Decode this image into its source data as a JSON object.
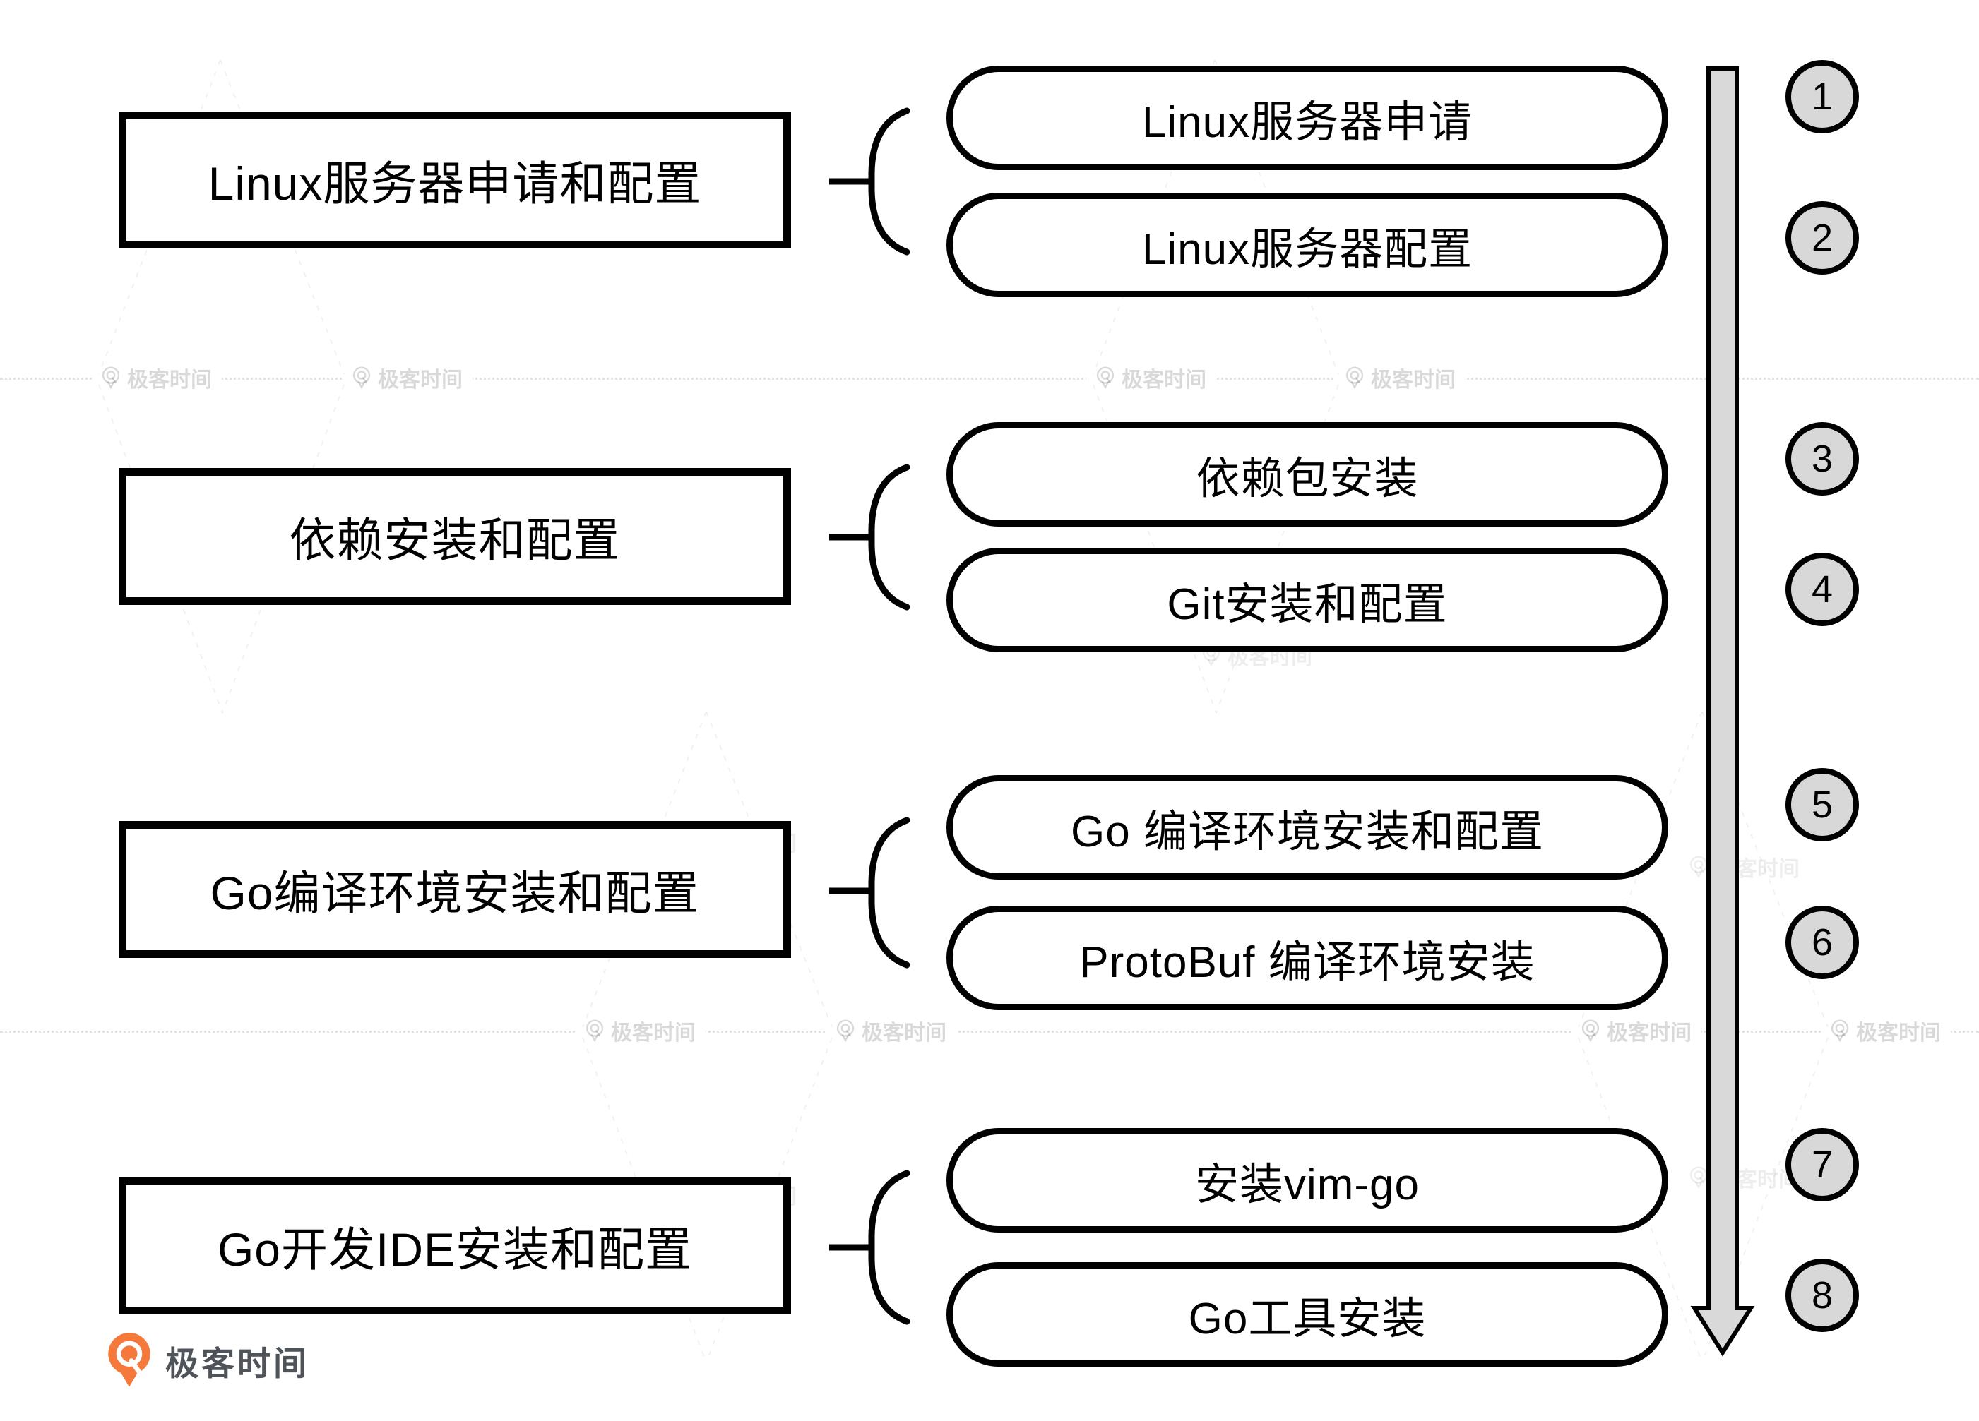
{
  "diagram": {
    "groups": [
      {
        "category": "Linux服务器申请和配置",
        "steps": [
          {
            "label": "Linux服务器申请",
            "number": "1"
          },
          {
            "label": "Linux服务器配置",
            "number": "2"
          }
        ]
      },
      {
        "category": "依赖安装和配置",
        "steps": [
          {
            "label": "依赖包安装",
            "number": "3"
          },
          {
            "label": "Git安装和配置",
            "number": "4"
          }
        ]
      },
      {
        "category": "Go编译环境安装和配置",
        "steps": [
          {
            "label": "Go 编译环境安装和配置",
            "number": "5"
          },
          {
            "label": "ProtoBuf 编译环境安装",
            "number": "6"
          }
        ]
      },
      {
        "category": "Go开发IDE安装和配置",
        "steps": [
          {
            "label": "安装vim-go",
            "number": "7"
          },
          {
            "label": "Go工具安装",
            "number": "8"
          }
        ]
      }
    ]
  },
  "watermark": {
    "text": "极客时间"
  },
  "logo": {
    "text": "极客时间"
  },
  "colors": {
    "stroke": "#000000",
    "circle_fill": "#d8d8d8",
    "arrow_fill": "#d9d9d9",
    "logo_orange": "#f4793b",
    "watermark_gray": "#d9d9d9"
  }
}
